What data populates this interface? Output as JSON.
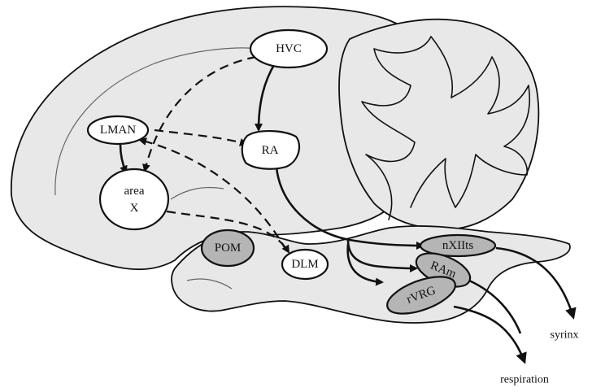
{
  "nodes": {
    "hvc": "HVC",
    "lman": "LMAN",
    "ra": "RA",
    "area_x_line1": "area",
    "area_x_line2": "X",
    "pom": "POM",
    "dlm": "DLM",
    "nxiits": "nXIIts",
    "ram": "RAm",
    "rvrg": "rVRG"
  },
  "targets": {
    "syrinx": "syrinx",
    "respiration": "respiration"
  },
  "colors": {
    "brain_fill": "#e8e8e8",
    "nucleus_white": "#ffffff",
    "nucleus_gray": "#b5b5b5",
    "line": "#111111"
  }
}
